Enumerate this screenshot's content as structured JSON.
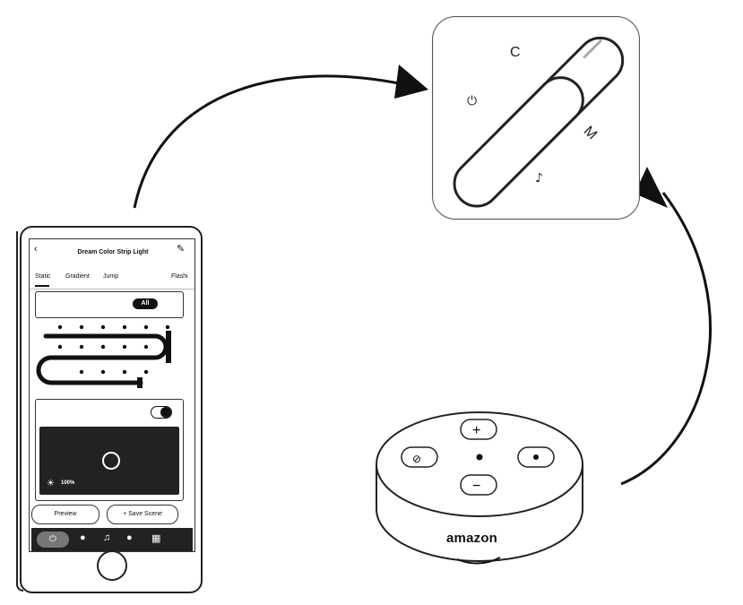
{
  "phone": {
    "title": "Dream Color Strip Light",
    "back_icon": "chevron-left-icon",
    "edit_icon": "pencil-icon",
    "tabs": [
      "Static",
      "Gradient",
      "Jump",
      "Flashi"
    ],
    "all_button": "All",
    "brightness": "100%",
    "preview_button": "Preview",
    "save_scene_button": "+ Save Scene",
    "nav_icons": [
      "power-icon",
      "bulb-icon",
      "music-icon",
      "chat-icon",
      "grid-icon"
    ]
  },
  "remote": {
    "button_labels": [
      "C",
      "M"
    ],
    "icons": [
      "power-icon",
      "music-note-icon"
    ]
  },
  "echo": {
    "brand": "amazon",
    "button_labels": [
      "+",
      "−"
    ],
    "icons": [
      "mute-icon",
      "dot-icon"
    ]
  }
}
